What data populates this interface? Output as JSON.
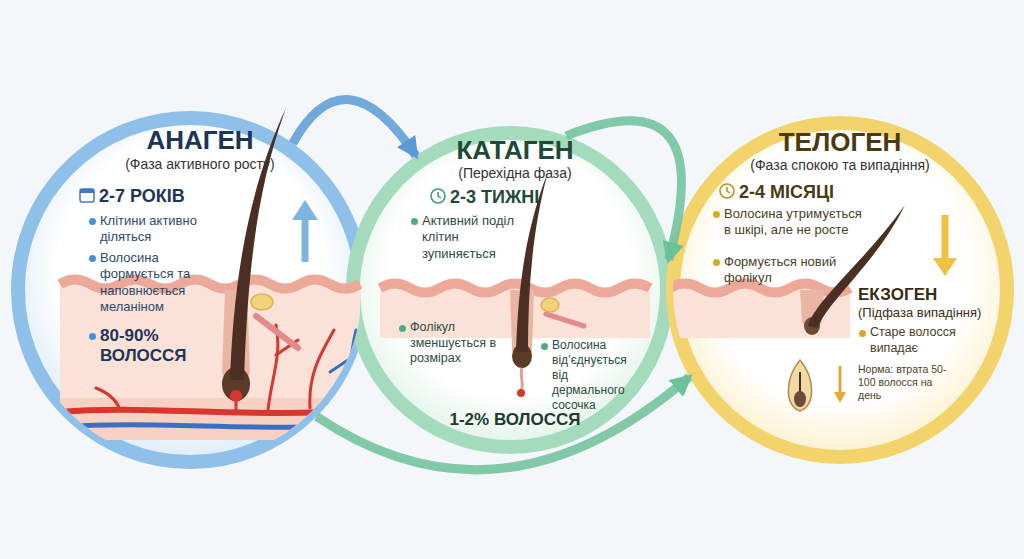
{
  "diagram": {
    "nodes": [
      {
        "text": [
          "АНАГЕН",
          "(Фаза активного росту)",
          "2-7 РОКІВ",
          "Клітини активно діляться",
          "Волосина формується та наповнюється меланіном",
          "80-90% ВОЛОССЯ"
        ]
      },
      {
        "text": [
          "КАТАГЕН",
          "(Перехідна фаза)",
          "2-3 ТИЖНІ",
          "Активний поділ клітин зупиняється",
          "Фолікул зменшується в розмірах",
          "Волосина від’єднується від дермального сосочка",
          "1-2% ВОЛОССЯ"
        ]
      },
      {
        "text": [
          "ТЕЛОГЕН",
          "(Фаза спокою та випадіння)",
          "2-4 МІСЯЦІ",
          "Волосина утримується в шкірі, але не росте",
          "Формується новий фолікул"
        ]
      },
      {
        "text": [
          "ЕКЗОГЕН",
          "(Підфаза випадіння)",
          "Старе волосся випадає",
          "Норма: втрата 50-100 волосся на день"
        ],
        "in": 2
      }
    ],
    "edges": [
      {
        "from": 0,
        "to": 1,
        "arrow": "to"
      },
      {
        "from": 1,
        "to": 2,
        "arrow": "to"
      },
      {
        "from": 0,
        "to": 2,
        "arrow": "to"
      }
    ]
  }
}
